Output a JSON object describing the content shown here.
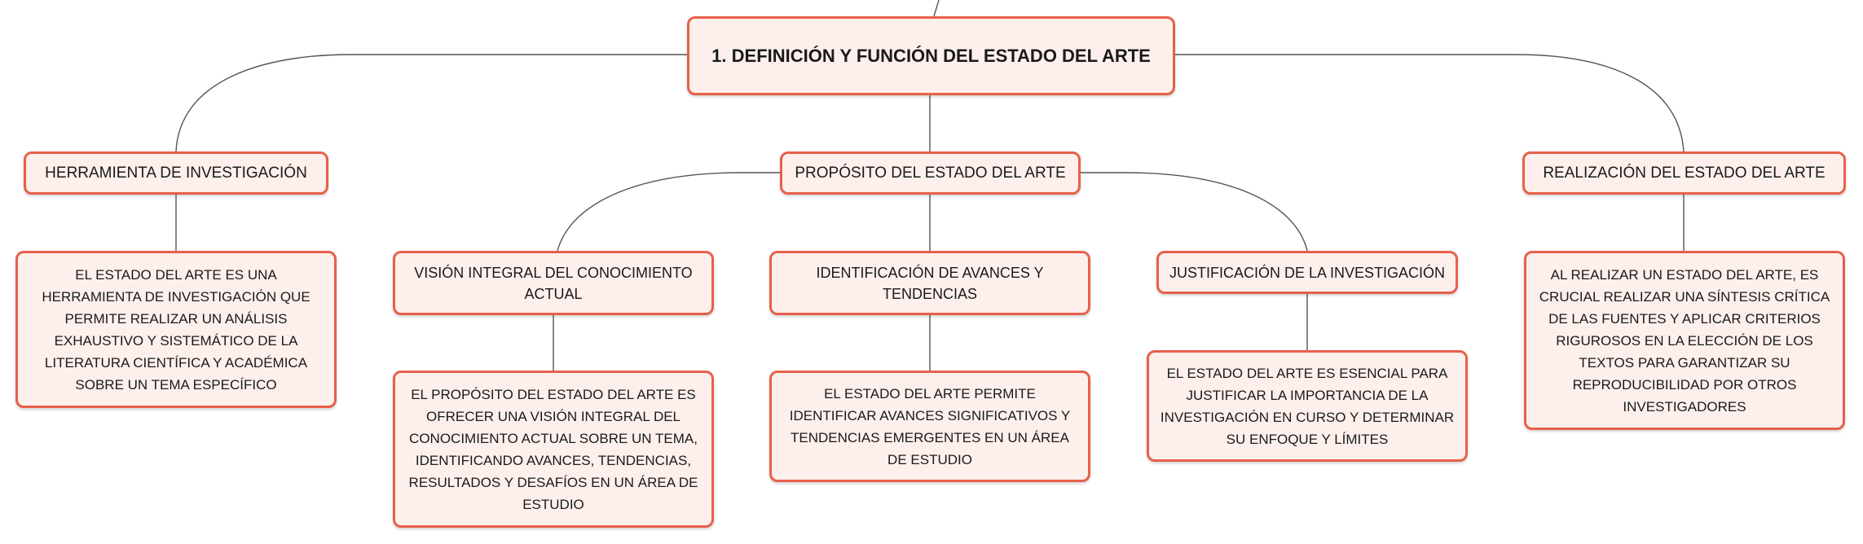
{
  "root": {
    "label": "1. DEFINICIÓN Y FUNCIÓN DEL ESTADO DEL ARTE"
  },
  "branches": {
    "herramienta": {
      "label": "HERRAMIENTA DE INVESTIGACIÓN",
      "detail": "EL ESTADO DEL ARTE ES UNA HERRAMIENTA DE INVESTIGACIÓN QUE PERMITE REALIZAR UN ANÁLISIS EXHAUSTIVO Y SISTEMÁTICO DE LA LITERATURA CIENTÍFICA Y ACADÉMICA SOBRE UN TEMA ESPECÍFICO"
    },
    "proposito": {
      "label": "PROPÓSITO DEL ESTADO DEL ARTE",
      "children": [
        {
          "label": "VISIÓN INTEGRAL DEL CONOCIMIENTO ACTUAL",
          "detail": "EL PROPÓSITO DEL ESTADO DEL ARTE ES OFRECER UNA VISIÓN INTEGRAL DEL CONOCIMIENTO ACTUAL SOBRE UN TEMA, IDENTIFICANDO AVANCES, TENDENCIAS, RESULTADOS Y DESAFÍOS EN UN ÁREA DE ESTUDIO"
        },
        {
          "label": "IDENTIFICACIÓN DE AVANCES Y TENDENCIAS",
          "detail": "EL ESTADO DEL ARTE PERMITE IDENTIFICAR AVANCES SIGNIFICATIVOS Y TENDENCIAS EMERGENTES EN UN ÁREA DE ESTUDIO"
        },
        {
          "label": "JUSTIFICACIÓN DE LA INVESTIGACIÓN",
          "detail": "EL ESTADO DEL ARTE ES ESENCIAL PARA JUSTIFICAR LA IMPORTANCIA DE LA INVESTIGACIÓN EN CURSO Y DETERMINAR SU ENFOQUE Y LÍMITES"
        }
      ]
    },
    "realizacion": {
      "label": "REALIZACIÓN DEL ESTADO DEL ARTE",
      "detail": "AL REALIZAR UN ESTADO DEL ARTE, ES CRUCIAL REALIZAR UNA SÍNTESIS CRÍTICA DE LAS FUENTES Y APLICAR CRITERIOS RIGUROSOS EN LA ELECCIÓN DE LOS TEXTOS PARA GARANTIZAR SU REPRODUCIBILIDAD POR OTROS INVESTIGADORES"
    }
  },
  "colors": {
    "border": "#e8604a",
    "fill": "#fdf0ec",
    "connector": "#555555"
  }
}
